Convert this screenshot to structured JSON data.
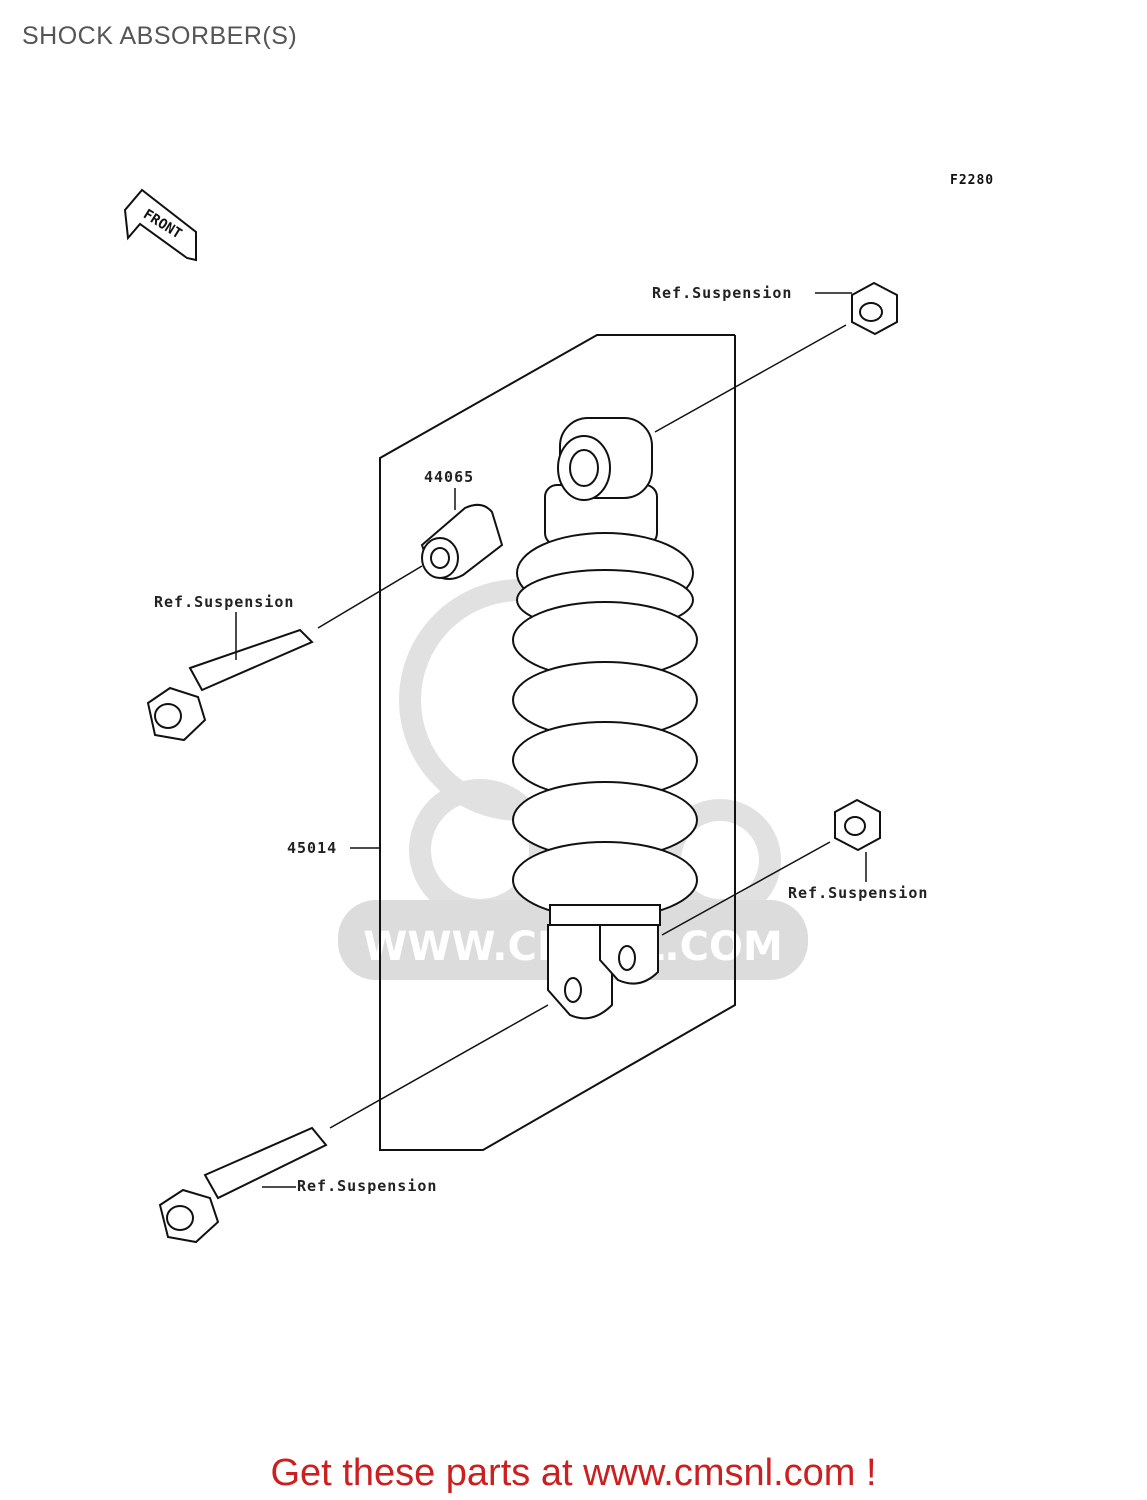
{
  "page": {
    "title": "SHOCK ABSORBER(S)"
  },
  "diagram": {
    "figure_code": "F2280",
    "front_marker": "FRONT",
    "watermark": "WWW.CMSNL.COM",
    "callouts": {
      "nut_top": "Ref.Suspension",
      "collar_part": "44065",
      "bolt_top": "Ref.Suspension",
      "shock_part": "45014",
      "nut_bottom": "Ref.Suspension",
      "bolt_bottom": "Ref.Suspension"
    }
  },
  "footer": {
    "link_text": "Get these parts at www.cmsnl.com !"
  },
  "colors": {
    "footer": "#cc1f1f",
    "line": "#111111",
    "watermark": "#d9d9d9"
  }
}
